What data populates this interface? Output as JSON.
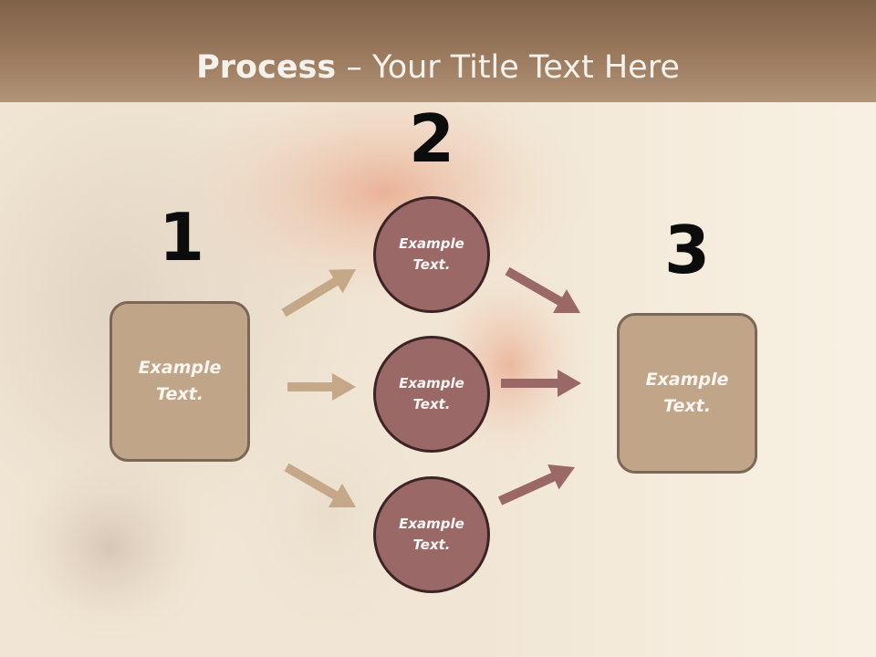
{
  "title": {
    "bold": "Process",
    "rest": " – Your Title Text Here"
  },
  "steps": [
    {
      "number": "1",
      "label": "Example\nText."
    },
    {
      "number": "2",
      "label": "Example\nText."
    },
    {
      "number": "3",
      "label": "Example\nText."
    }
  ],
  "circles": [
    {
      "label": "Example\nText."
    },
    {
      "label": "Example\nText."
    },
    {
      "label": "Example\nText."
    }
  ],
  "colors": {
    "left_arrow": "#c4a887",
    "right_arrow": "#9b6868",
    "box_fill": "#c1a588",
    "circle_fill": "#9b6868",
    "title_band": "#8d6d52"
  }
}
